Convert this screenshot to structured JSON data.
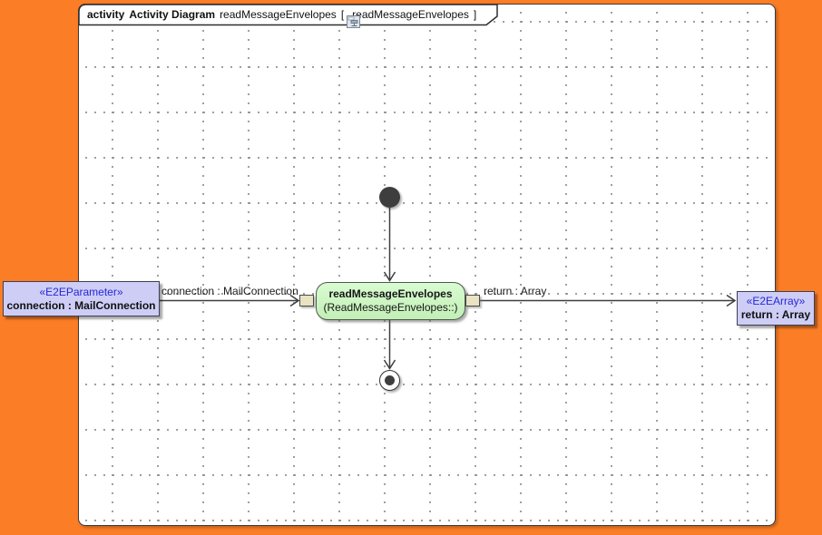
{
  "frame": {
    "keyword": "activity",
    "type_label": "Activity Diagram",
    "name": "readMessageEnvelopes",
    "open_bracket": "[",
    "ref_name": "readMessageEnvelopes",
    "close_bracket": "]"
  },
  "nodes": {
    "action": {
      "name": "readMessageEnvelopes",
      "behavior": "(ReadMessageEnvelopes::)"
    },
    "param_in": {
      "stereotype": "«E2EParameter»",
      "name": "connection : MailConnection"
    },
    "param_out": {
      "stereotype": "«E2EArray»",
      "name": "return : Array"
    }
  },
  "edges": {
    "input_label": "connection : MailConnection",
    "output_label": "return : Array"
  },
  "icons": {
    "tab_icon": "activity-diagram-icon"
  },
  "colors": {
    "frame_background": "#fb7d26",
    "canvas": "#ffffff",
    "action_fill": "#ccf5c2",
    "param_fill": "#cdcdf6",
    "pin_fill": "#e9e3c4",
    "stereotype_text": "#2727d8",
    "line": "#3e3e3e"
  }
}
